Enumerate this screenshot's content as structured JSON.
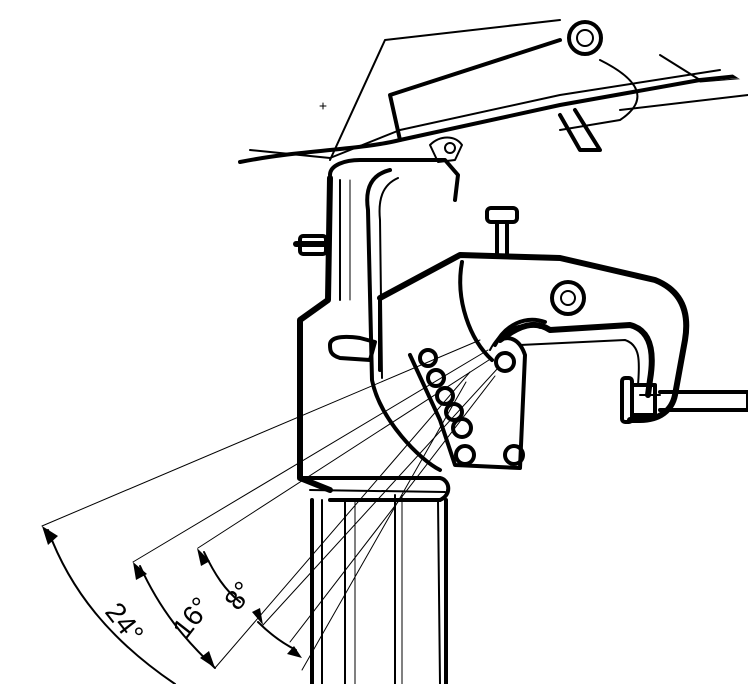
{
  "angle_labels": {
    "a8": "8°",
    "a16": "16°",
    "a24": "24°"
  }
}
